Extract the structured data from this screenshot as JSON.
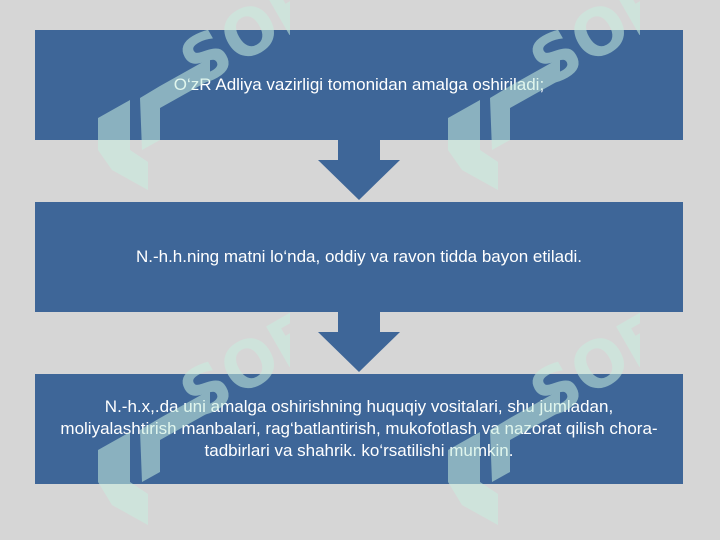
{
  "flow": {
    "steps": [
      {
        "text": "O‘zR Adliya vazirligi tomonidan amalga oshiriladi;"
      },
      {
        "text": "N.-h.h.ning matni lo‘nda, oddiy va ravon tidda bayon etiladi."
      },
      {
        "text": "N.-h.x,.da uni amalga oshirishning huquqiy vositalari, shu jumladan, moliyalashtirish manbalari, rag‘batlantirish, mukofotlash va nazorat qilish chora-tadbirlari va shahrik. ko‘rsatilishi mumkin."
      }
    ]
  },
  "colors": {
    "background": "#d6d6d6",
    "box_fill": "#3e6698",
    "box_text": "#ffffff",
    "watermark": "#c8efe0"
  },
  "watermark": {
    "text": "SOFF",
    "icon": "soff-logo-icon"
  }
}
